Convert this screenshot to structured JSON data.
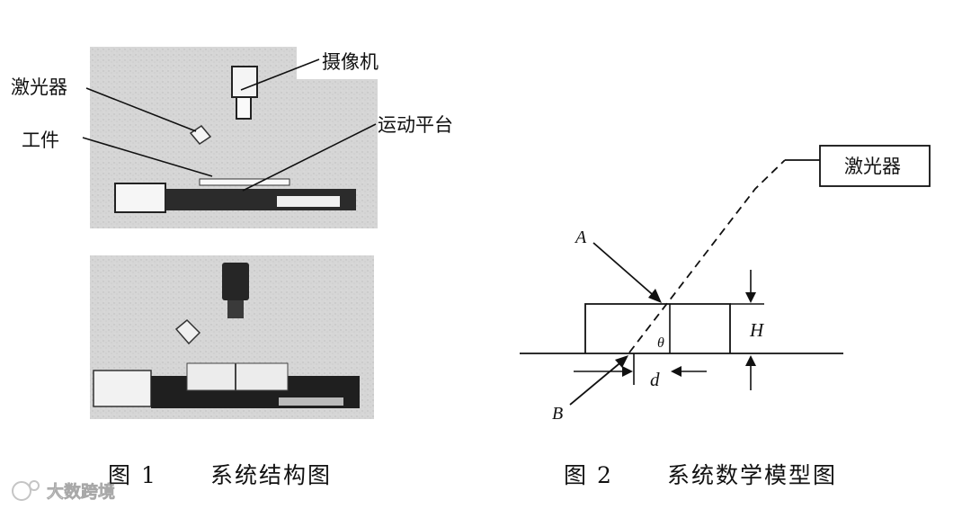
{
  "figure1": {
    "labels": {
      "laser": "激光器",
      "camera": "摄像机",
      "workpiece": "工件",
      "motion_stage": "运动平台"
    },
    "caption": {
      "number": "图 1",
      "title": "系统结构图"
    }
  },
  "figure2": {
    "laser_box_label": "激光器",
    "points": {
      "a": "A",
      "b": "B"
    },
    "symbols": {
      "height": "H",
      "angle": "θ",
      "offset": "d"
    },
    "caption": {
      "number": "图 2",
      "title": "系统数学模型图"
    }
  },
  "watermark": {
    "text": "大数跨境"
  }
}
